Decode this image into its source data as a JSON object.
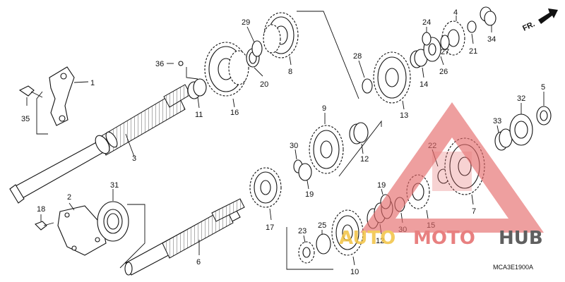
{
  "diagram": {
    "code": "MCA3E1900A",
    "direction_label": "FR.",
    "part_numbers": [
      "1",
      "2",
      "3",
      "4",
      "5",
      "6",
      "7",
      "8",
      "9",
      "10",
      "11",
      "12",
      "12",
      "13",
      "14",
      "15",
      "16",
      "17",
      "18",
      "19",
      "19",
      "20",
      "21",
      "22",
      "23",
      "24",
      "25",
      "26",
      "27",
      "28",
      "29",
      "30",
      "30",
      "31",
      "32",
      "33",
      "34",
      "35",
      "36"
    ]
  },
  "watermark": {
    "brand_part1": "AUTO",
    "brand_part2": "MOTO",
    "brand_part3": "HUB",
    "colors": {
      "triangle": "#e46a6a",
      "auto": "#f2c243",
      "moto": "#e46a6a",
      "hub": "#444444"
    }
  }
}
